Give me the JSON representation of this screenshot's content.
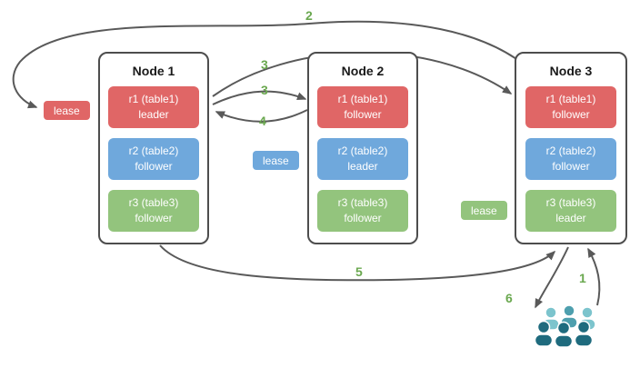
{
  "diagram": {
    "nodes": [
      {
        "title": "Node 1",
        "replicas": [
          {
            "name": "r1 (table1)",
            "role": "leader",
            "color": "#e06666"
          },
          {
            "name": "r2 (table2)",
            "role": "follower",
            "color": "#6fa8dc"
          },
          {
            "name": "r3 (table3)",
            "role": "follower",
            "color": "#93c47d"
          }
        ]
      },
      {
        "title": "Node 2",
        "replicas": [
          {
            "name": "r1 (table1)",
            "role": "follower",
            "color": "#e06666"
          },
          {
            "name": "r2 (table2)",
            "role": "leader",
            "color": "#6fa8dc"
          },
          {
            "name": "r3 (table3)",
            "role": "follower",
            "color": "#93c47d"
          }
        ]
      },
      {
        "title": "Node 3",
        "replicas": [
          {
            "name": "r1 (table1)",
            "role": "follower",
            "color": "#e06666"
          },
          {
            "name": "r2 (table2)",
            "role": "follower",
            "color": "#6fa8dc"
          },
          {
            "name": "r3 (table3)",
            "role": "leader",
            "color": "#93c47d"
          }
        ]
      }
    ],
    "leases": [
      {
        "label": "lease",
        "color": "#e06666"
      },
      {
        "label": "lease",
        "color": "#6fa8dc"
      },
      {
        "label": "lease",
        "color": "#93c47d"
      }
    ],
    "step_numbers": {
      "s1": "1",
      "s2": "2",
      "s3a": "3",
      "s3b": "3",
      "s4": "4",
      "s5": "5",
      "s6": "6"
    },
    "client": {
      "icon": "users-icon"
    },
    "colors": {
      "red": "#e06666",
      "blue": "#6fa8dc",
      "green": "#93c47d",
      "arrow": "#595959",
      "step_label": "#6aa84f",
      "node_border": "#4d4d4d",
      "users_light": "#7cc4cd",
      "users_mid": "#4e9fae",
      "users_dark": "#1f6b7e"
    }
  }
}
